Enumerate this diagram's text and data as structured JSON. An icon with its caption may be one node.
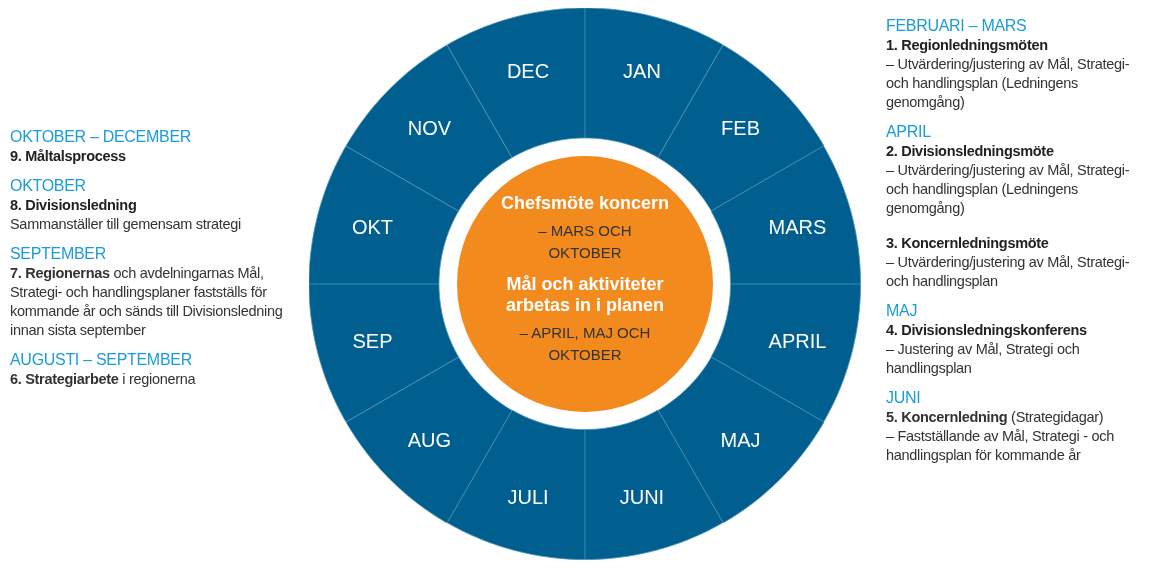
{
  "diagram": {
    "nodes": [
      {
        "text": [
          "Chefsmöte koncern",
          "– MARS OCH OKTOBER",
          "Mål och aktiviteter arbetas in i planen",
          "– APRIL, MAJ OCH OKTOBER"
        ]
      },
      {
        "text": [
          "JAN"
        ]
      },
      {
        "text": [
          "FEB"
        ]
      },
      {
        "text": [
          "MARS"
        ]
      },
      {
        "text": [
          "APRIL"
        ]
      },
      {
        "text": [
          "MAJ"
        ]
      },
      {
        "text": [
          "JUNI"
        ]
      },
      {
        "text": [
          "JULI"
        ]
      },
      {
        "text": [
          "AUG"
        ]
      },
      {
        "text": [
          "SEP"
        ]
      },
      {
        "text": [
          "OKT"
        ]
      },
      {
        "text": [
          "NOV"
        ]
      },
      {
        "text": [
          "DEC"
        ]
      }
    ],
    "labels": [
      "OKTOBER – DECEMBER",
      "9. Måltalsprocess",
      "OKTOBER",
      "8. Divisionsledning",
      "Sammanställer till gemensam strategi",
      "SEPTEMBER",
      "**7. Regionernas** och avdelningarnas Mål, Strategi- och handlingsplaner fastställs för kommande år och sänds till Divisionsledning innan sista september",
      "AUGUSTI – SEPTEMBER",
      "**6. Strategiarbete** i regionerna",
      "FEBRUARI – MARS",
      "1. Regionledningsmöten",
      "– Utvärdering/justering av Mål, Strategi- och handlingsplan (Ledningens genomgång)",
      "APRIL",
      "2. Divisionsledningsmöte",
      "– Utvärdering/justering av Mål, Strategi- och handlingsplan (Ledningens genomgång)",
      "3. Koncernledningsmöte",
      "– Utvärdering/justering av Mål, Strategi- och handlingsplan",
      "MAJ",
      "4. Divisionsledningskonferens",
      "– Justering av Mål, Strategi och handlingsplan",
      "JUNI",
      "**5. Koncernledning** (Strategidagar)",
      "– Fastställande av Mål, Strategi - och handlingsplan för kommande år"
    ]
  }
}
